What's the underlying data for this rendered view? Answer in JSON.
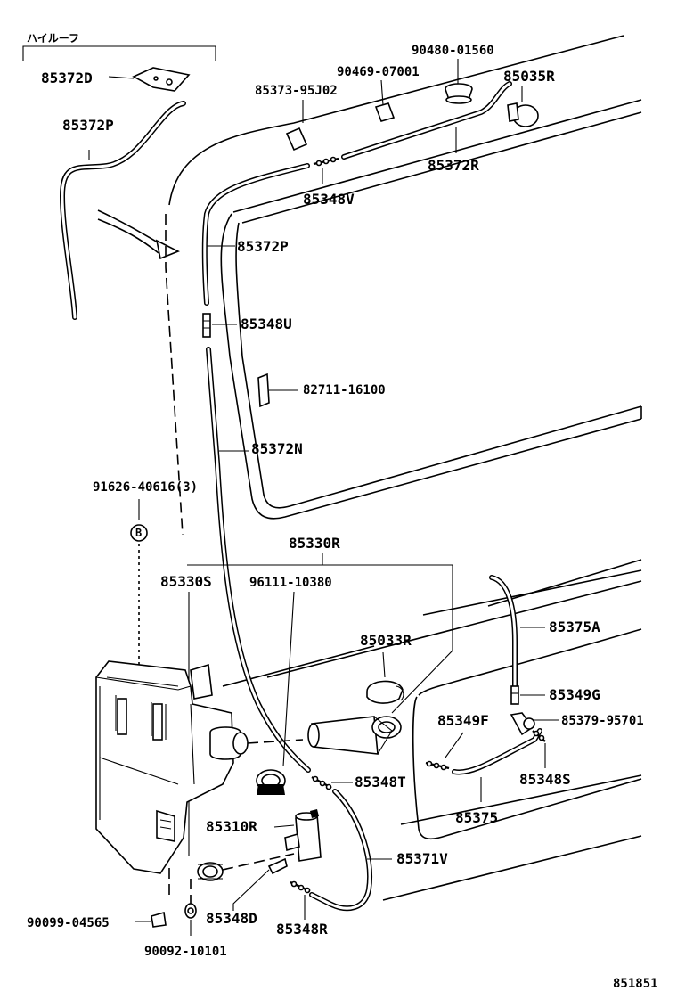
{
  "header_note": "ハイルーフ",
  "diagram_code": "851851",
  "parts": {
    "p85372D": "85372D",
    "p85372P_top": "85372P",
    "p90480": "90480-01560",
    "p90469": "90469-07001",
    "p85035R": "85035R",
    "p85373": "85373-95J02",
    "p85372R": "85372R",
    "p85348V": "85348V",
    "p85372P": "85372P",
    "p85348U": "85348U",
    "p82711": "82711-16100",
    "p85372N": "85372N",
    "p91626": "91626-40616(3)",
    "bolt_mark": "B",
    "p85330R": "85330R",
    "p85330S": "85330S",
    "p96111": "96111-10380",
    "p85375A": "85375A",
    "p85033R": "85033R",
    "p85349G": "85349G",
    "p85349F": "85349F",
    "p85379": "85379-95701",
    "p85348T": "85348T",
    "p85348S": "85348S",
    "p85375": "85375",
    "p85310R": "85310R",
    "p85371V": "85371V",
    "p90099": "90099-04565",
    "p85348D": "85348D",
    "p85348R": "85348R",
    "p90092": "90092-10101"
  }
}
